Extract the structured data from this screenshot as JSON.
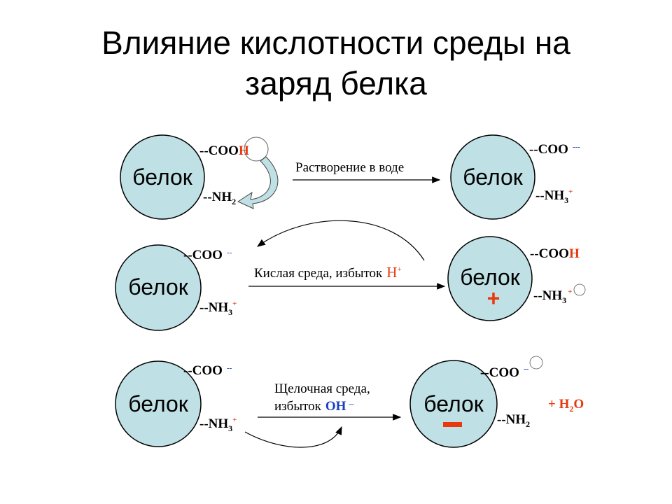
{
  "title": {
    "line1": "Влияние кислотности среды на",
    "line2": "заряд белка"
  },
  "protein_label": "белок",
  "groups": {
    "cooh_dashes": "--COO",
    "cooh_h": "H",
    "coo_dashes": "--COO",
    "coo_minus_3": "---",
    "coo_minus_2": "--",
    "nh_dashes": "--NH",
    "sub2": "2",
    "sub3": "3",
    "h_red": "H",
    "plus": "+"
  },
  "arrows": {
    "dissolution": "Растворение в воде",
    "acid": "Кислая среда, избыток",
    "acid_ion": "H",
    "alkali_line1": "Щелочная среда,",
    "alkali_line2": "избыток",
    "alkali_ion": "OH",
    "alkali_minus": "–"
  },
  "charges": {
    "positive": "+",
    "negative": "–"
  },
  "product": {
    "prefix": "+ H",
    "sub": "2",
    "suffix": "O"
  },
  "colors": {
    "circle_fill": "#bfe0e4",
    "red": "#e8380d",
    "blue": "#1a3fbf"
  }
}
